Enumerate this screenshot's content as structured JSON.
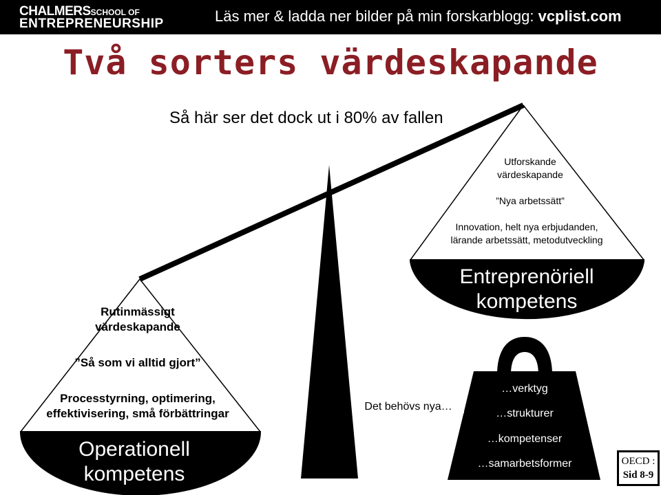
{
  "header": {
    "logo_line1": "CHALMERS",
    "logo_line1_suffix": "SCHOOL OF",
    "logo_line2": "ENTREPRENEURSHIP",
    "blog_text": "Läs mer & ladda ner bilder på min forskarblogg: ",
    "blog_url": "vcplist.com"
  },
  "title": "Två sorters värdeskapande",
  "subtitle": "Så här ser det dock ut i 80% av fallen",
  "right_side": {
    "heading_line1": "Utforskande",
    "heading_line2": "värdeskapande",
    "quote": "”Nya arbetssätt”",
    "desc_line1": "Innovation, helt nya erbjudanden,",
    "desc_line2": "lärande arbetssätt, metodutveckling",
    "pan_line1": "Entreprenöriell",
    "pan_line2": "kompetens"
  },
  "left_side": {
    "heading_line1": "Rutinmässigt",
    "heading_line2": "värdeskapande",
    "quote": "”Så som vi alltid gjort”",
    "desc_line1": "Processtyrning, optimering,",
    "desc_line2": "effektivisering, små förbättringar",
    "pan_line1": "Operationell",
    "pan_line2": "kompetens"
  },
  "center": {
    "label": "Det behövs nya…"
  },
  "weight": {
    "items": [
      "…verktyg",
      "…strukturer",
      "…kompetenser",
      "…samarbetsformer"
    ]
  },
  "badge": {
    "line1": "OECD :",
    "line2": "Sid 8-9"
  },
  "colors": {
    "title": "#8b1e24",
    "dark": "#000000"
  }
}
